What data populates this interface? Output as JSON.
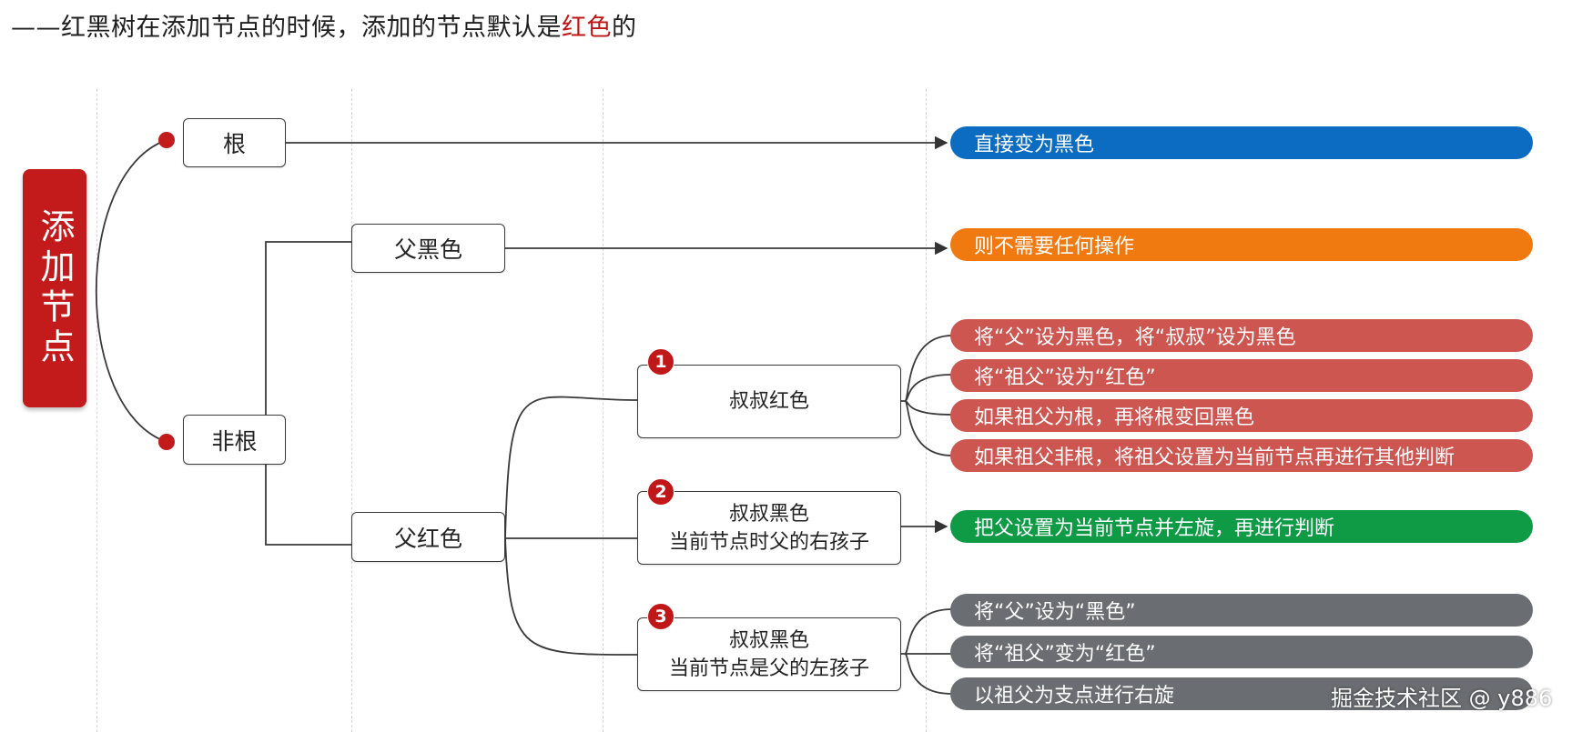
{
  "headline": {
    "lead": "——红黑树在添加节点的时候，添加的节点默认是",
    "accent": "红色",
    "tail": "的"
  },
  "root_label": "添加节点",
  "nodes": {
    "root": "根",
    "non_root": "非根",
    "parent_black": "父黑色",
    "parent_red": "父红色",
    "case1": {
      "badge": "1",
      "line1": "叔叔红色"
    },
    "case2": {
      "badge": "2",
      "line1": "叔叔黑色",
      "line2": "当前节点时父的右孩子"
    },
    "case3": {
      "badge": "3",
      "line1": "叔叔黑色",
      "line2": "当前节点是父的左孩子"
    }
  },
  "actions": {
    "root": "直接变为黑色",
    "parent_black": "则不需要任何操作",
    "case1": [
      "将“父”设为黑色，将“叔叔”设为黑色",
      "将“祖父”设为“红色”",
      "如果祖父为根，再将根变回黑色",
      "如果祖父非根，将祖父设置为当前节点再进行其他判断"
    ],
    "case2": "把父设置为当前节点并左旋，再进行判断",
    "case3": [
      "将“父”设为“黑色”",
      "将“祖父”变为“红色”",
      "以祖父为支点进行右旋"
    ]
  },
  "watermark": "掘金技术社区 @ y886",
  "colors": {
    "brand_red": "#c31b1b",
    "blue": "#0b6cc2",
    "orange": "#f07a10",
    "red_pill": "#cd5650",
    "green": "#0f9a45",
    "gray": "#6a6d71"
  }
}
